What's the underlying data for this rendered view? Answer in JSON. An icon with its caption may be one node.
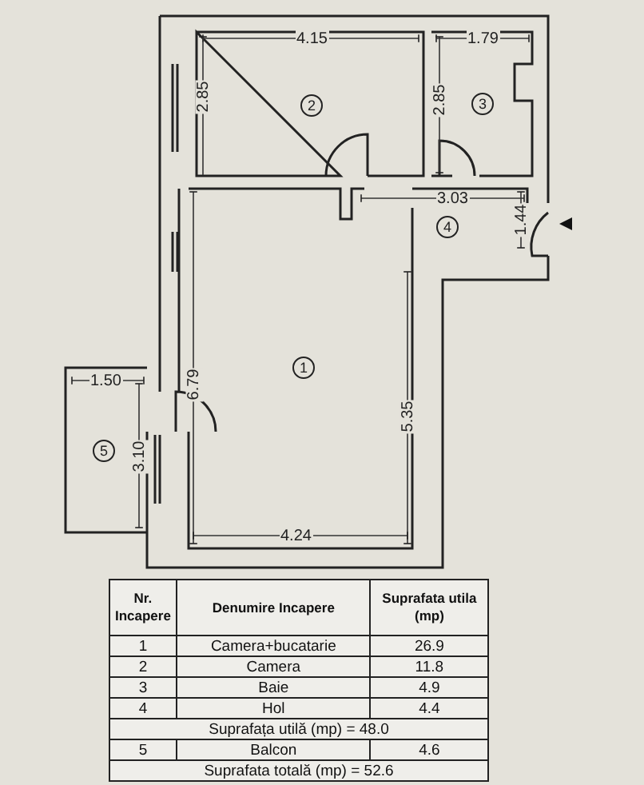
{
  "diagram": {
    "labels": [
      "4.15",
      "1.79",
      "2.85",
      "2",
      "2.85",
      "3",
      "3.03",
      "4",
      "1.44",
      "1",
      "6.79",
      "1.50",
      "5.35",
      "5",
      "3.10",
      "4.24",
      "Nr. Incapere",
      "Denumire Incapere",
      "Suprafata utila (mp)",
      "1",
      "Camera+bucatarie",
      "26.9",
      "2",
      "Camera",
      "11.8",
      "3",
      "Baie",
      "4.9",
      "4",
      "Hol",
      "4.4",
      "Suprafața utilă (mp) = 48.0",
      "5",
      "Balcon",
      "4.6",
      "Suprafata totală (mp) = 52.6"
    ]
  }
}
